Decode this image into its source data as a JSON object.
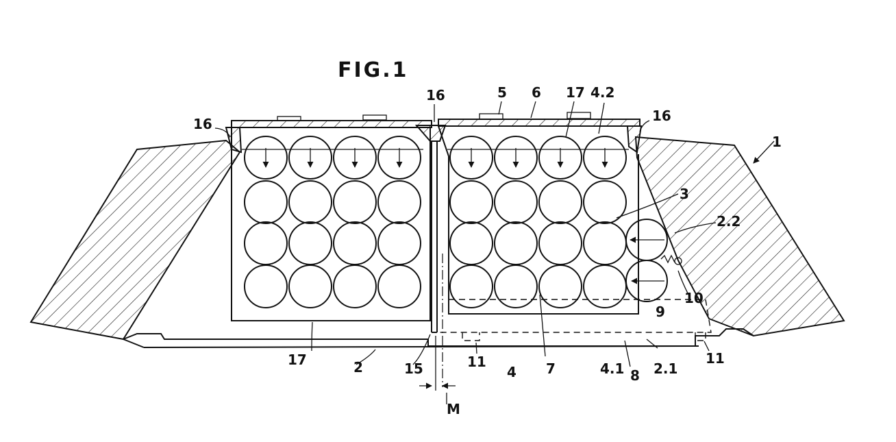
{
  "figure": {
    "title": "FIG.1"
  },
  "labels": [
    {
      "id": "l1",
      "text": "1"
    },
    {
      "id": "l2",
      "text": "2"
    },
    {
      "id": "l2_1",
      "text": "2.1"
    },
    {
      "id": "l2_2",
      "text": "2.2"
    },
    {
      "id": "l3",
      "text": "3"
    },
    {
      "id": "l4",
      "text": "4"
    },
    {
      "id": "l4_1",
      "text": "4.1"
    },
    {
      "id": "l4_2",
      "text": "4.2"
    },
    {
      "id": "l5",
      "text": "5"
    },
    {
      "id": "l6",
      "text": "6"
    },
    {
      "id": "l7",
      "text": "7"
    },
    {
      "id": "l8",
      "text": "8"
    },
    {
      "id": "l9",
      "text": "9"
    },
    {
      "id": "l10",
      "text": "10"
    },
    {
      "id": "l11a",
      "text": "11"
    },
    {
      "id": "l11b",
      "text": "11"
    },
    {
      "id": "l15",
      "text": "15"
    },
    {
      "id": "l16a",
      "text": "16"
    },
    {
      "id": "l16b",
      "text": "16"
    },
    {
      "id": "l16c",
      "text": "16"
    },
    {
      "id": "l17a",
      "text": "17"
    },
    {
      "id": "l17b",
      "text": "17"
    },
    {
      "id": "lM",
      "text": "M"
    }
  ]
}
